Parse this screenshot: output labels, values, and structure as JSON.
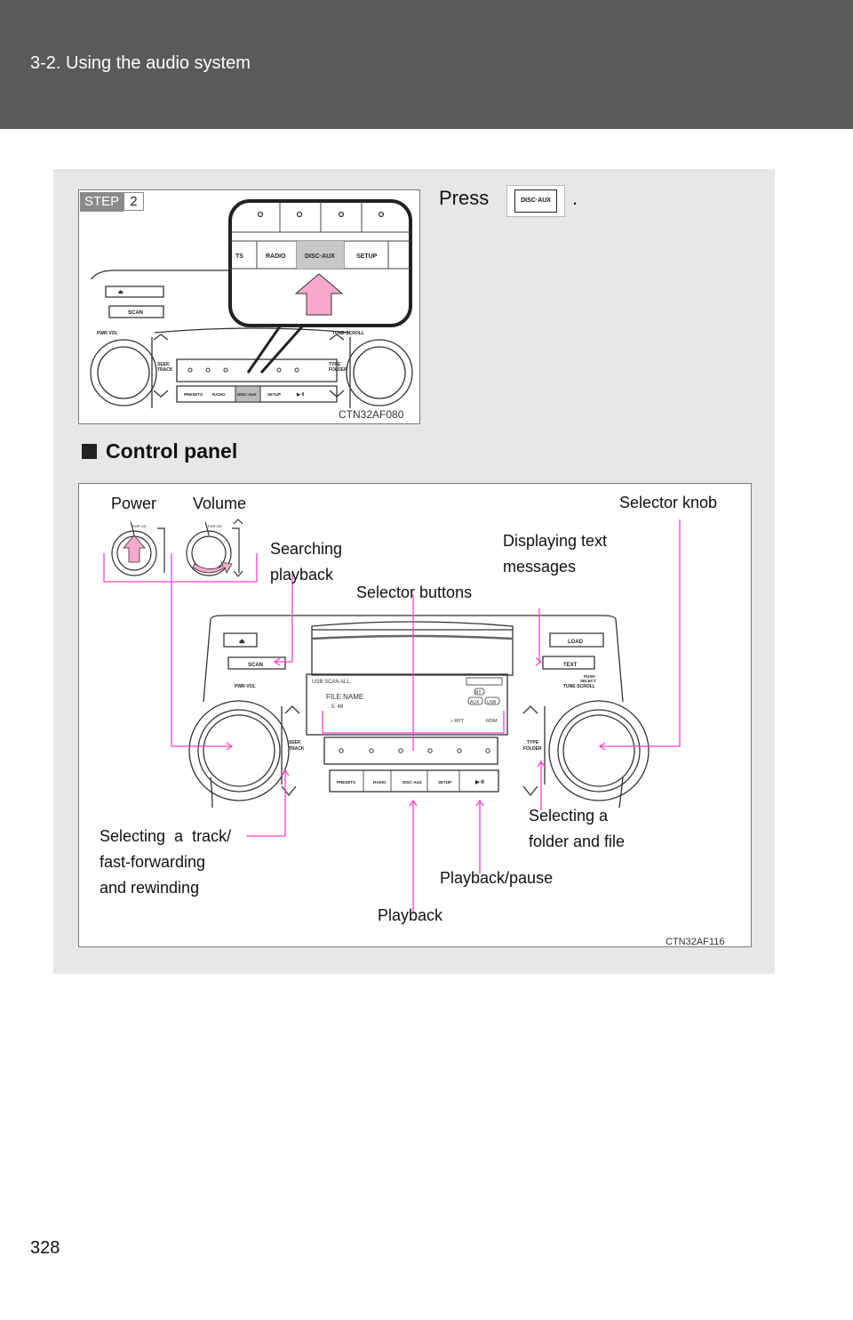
{
  "header": {
    "title": "3-2. Using the audio system"
  },
  "step": {
    "word": "STEP",
    "number": "2"
  },
  "instruction": {
    "press": "Press",
    "button_label": "DISC·AUX",
    "period": "."
  },
  "section": {
    "title": "Control panel"
  },
  "figure1": {
    "code": "CTN32AF080",
    "zoom_buttons": [
      "TS",
      "RADIO",
      "DISC·AUX",
      "SETUP"
    ],
    "panel_buttons": [
      "PRESETS",
      "RADIO",
      "DISC·AUX",
      "SETUP",
      "▶·II"
    ],
    "scan": "SCAN",
    "pwr_vol": "PWR·VOL",
    "tune_scroll": "TUNE·SCROLL",
    "seek": [
      "SEEK",
      "TRACK"
    ],
    "type": [
      "TYPE",
      "FOLDER"
    ]
  },
  "figure2": {
    "code": "CTN32AF116",
    "labels": {
      "power": "Power",
      "volume": "Volume",
      "selector_knob": "Selector knob",
      "searching": "Searching",
      "playback_sub": "playback",
      "displaying": "Displaying text",
      "messages": "messages",
      "selector_buttons": "Selector buttons",
      "selecting_track": "Selecting  a  track/",
      "fast_forwarding": "fast-forwarding",
      "rewinding": "and rewinding",
      "selecting_a": "Selecting a",
      "folder_file": "folder and file",
      "playback_pause": "Playback/pause",
      "playback": "Playback"
    },
    "unit": {
      "scan": "SCAN",
      "load": "LOAD",
      "text": "TEXT",
      "push": "PUSH",
      "select": "SELECT",
      "tune_scroll": "TUNE·SCROLL",
      "pwr_vol": "PWR·VOL",
      "seek": [
        "SEEK",
        "TRACK"
      ],
      "type": [
        "TYPE",
        "FOLDER"
      ],
      "buttons": [
        "PRESETS",
        "RADIO",
        "DISC·AUX",
        "SETUP",
        "▶·II"
      ],
      "display": {
        "line1": "USB  SCAN  ALL:",
        "file": "FILE NAME",
        "time": "5: 48",
        "rpt": "♪ RPT",
        "rdm": "RDM",
        "bt": "BT",
        "aux": "AUX",
        "usb": "USB"
      }
    }
  },
  "page": {
    "number": "328"
  },
  "colors": {
    "header": "#5a5a5a",
    "panel": "#e7e7e7",
    "callout": "#ff3fcf",
    "arrow": "#f7a8cf"
  }
}
